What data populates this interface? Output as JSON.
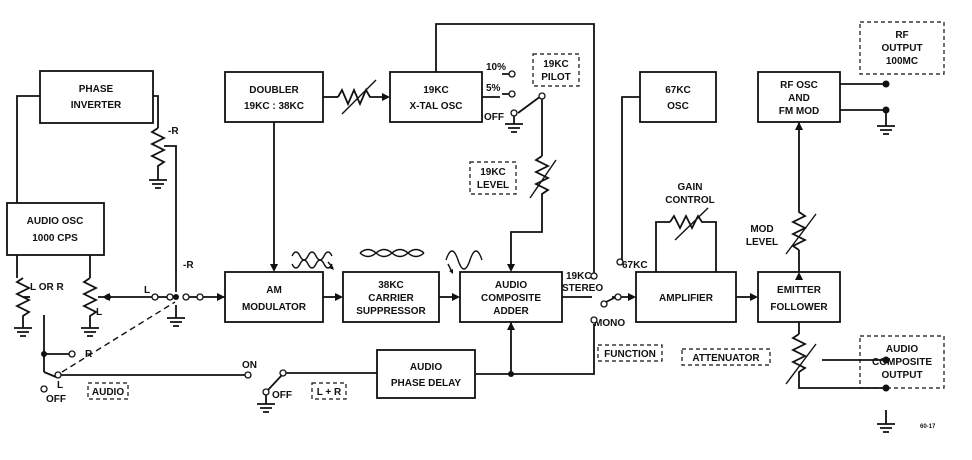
{
  "blocks": {
    "phase_inverter": [
      "PHASE",
      "INVERTER"
    ],
    "audio_osc": [
      "AUDIO OSC",
      "1000 CPS"
    ],
    "doubler": [
      "DOUBLER",
      "19KC : 38KC"
    ],
    "xtal_osc": [
      "19KC",
      "X-TAL OSC"
    ],
    "am_modulator": [
      "AM",
      "MODULATOR"
    ],
    "carrier_suppressor": [
      "38KC",
      "CARRIER",
      "SUPPRESSOR"
    ],
    "audio_composite_adder": [
      "AUDIO",
      "COMPOSITE",
      "ADDER"
    ],
    "audio_phase_delay": [
      "AUDIO",
      "PHASE DELAY"
    ],
    "osc_67kc": [
      "67KC",
      "OSC"
    ],
    "amplifier": [
      "AMPLIFIER"
    ],
    "rf_osc_fm_mod": [
      "RF OSC",
      "AND",
      "FM MOD"
    ],
    "emitter_follower": [
      "EMITTER",
      "FOLLOWER"
    ]
  },
  "dashed_labels": {
    "pilot": [
      "19KC",
      "PILOT"
    ],
    "level": [
      "19KC",
      "LEVEL"
    ],
    "audio": "AUDIO",
    "l_plus_r": "L + R",
    "function": "FUNCTION",
    "attenuator": "ATTENUATOR",
    "rf_output": [
      "RF",
      "OUTPUT",
      "100MC"
    ],
    "audio_composite_output": [
      "AUDIO",
      "COMPOSITE",
      "OUTPUT"
    ]
  },
  "labels": {
    "neg_r_top": "-R",
    "neg_r_mid": "-R",
    "l_or_r": "L OR R",
    "l_pot": "L",
    "l_switch": "L",
    "r_switch": "R",
    "l_audio": "L",
    "off_audio": "OFF",
    "on": "ON",
    "off_lr": "OFF",
    "pct_10": "10%",
    "pct_5": "5%",
    "off_pilot": "OFF",
    "stereo_19kc": "19KC",
    "stereo": "STEREO",
    "mono": "MONO",
    "sw_67kc": "67KC",
    "gain_control": [
      "GAIN",
      "CONTROL"
    ],
    "mod_level": [
      "MOD",
      "LEVEL"
    ],
    "fig_code": "60-17"
  }
}
